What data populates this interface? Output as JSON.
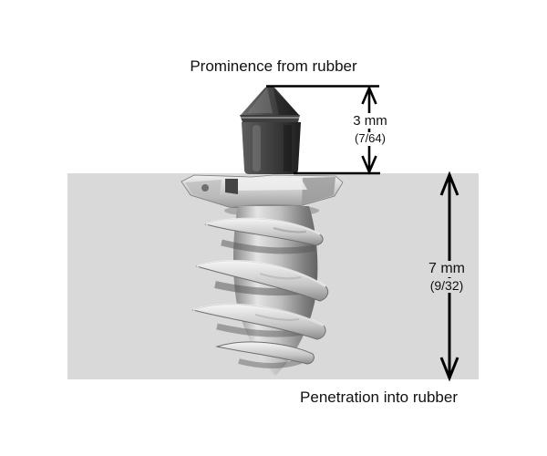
{
  "diagram": {
    "top_label": "Prominence from rubber",
    "bottom_label": "Penetration into rubber",
    "prominence": {
      "value": "3 mm",
      "fraction": "(7/64)"
    },
    "penetration": {
      "value": "7 mm",
      "fraction": "(9/32)"
    },
    "colors": {
      "background": "#ffffff",
      "rubber": "#d9d9d9",
      "line": "#000000",
      "text": "#111111",
      "stud_dark": "#3a3a3a",
      "metal_light": "#d6d6d6"
    },
    "icons": {
      "arrow_up": "↑",
      "arrow_down": "↓"
    }
  }
}
